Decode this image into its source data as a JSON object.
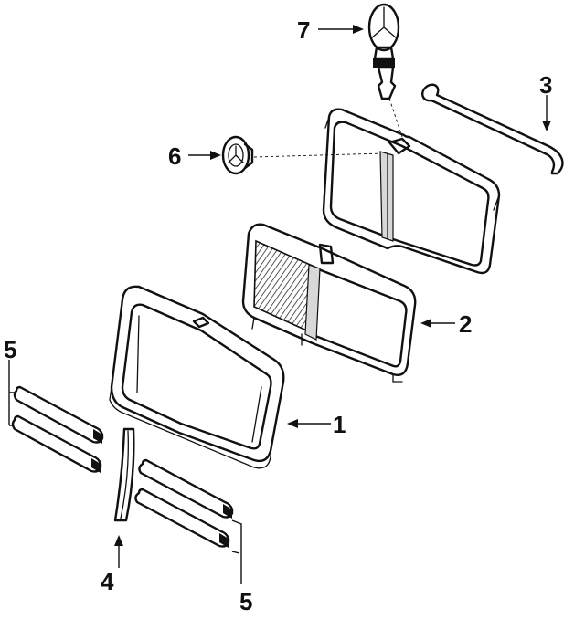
{
  "callouts": {
    "c1": "1",
    "c2": "2",
    "c3": "3",
    "c4": "4",
    "c5a": "5",
    "c5b": "5",
    "c6": "6",
    "c7": "7"
  }
}
